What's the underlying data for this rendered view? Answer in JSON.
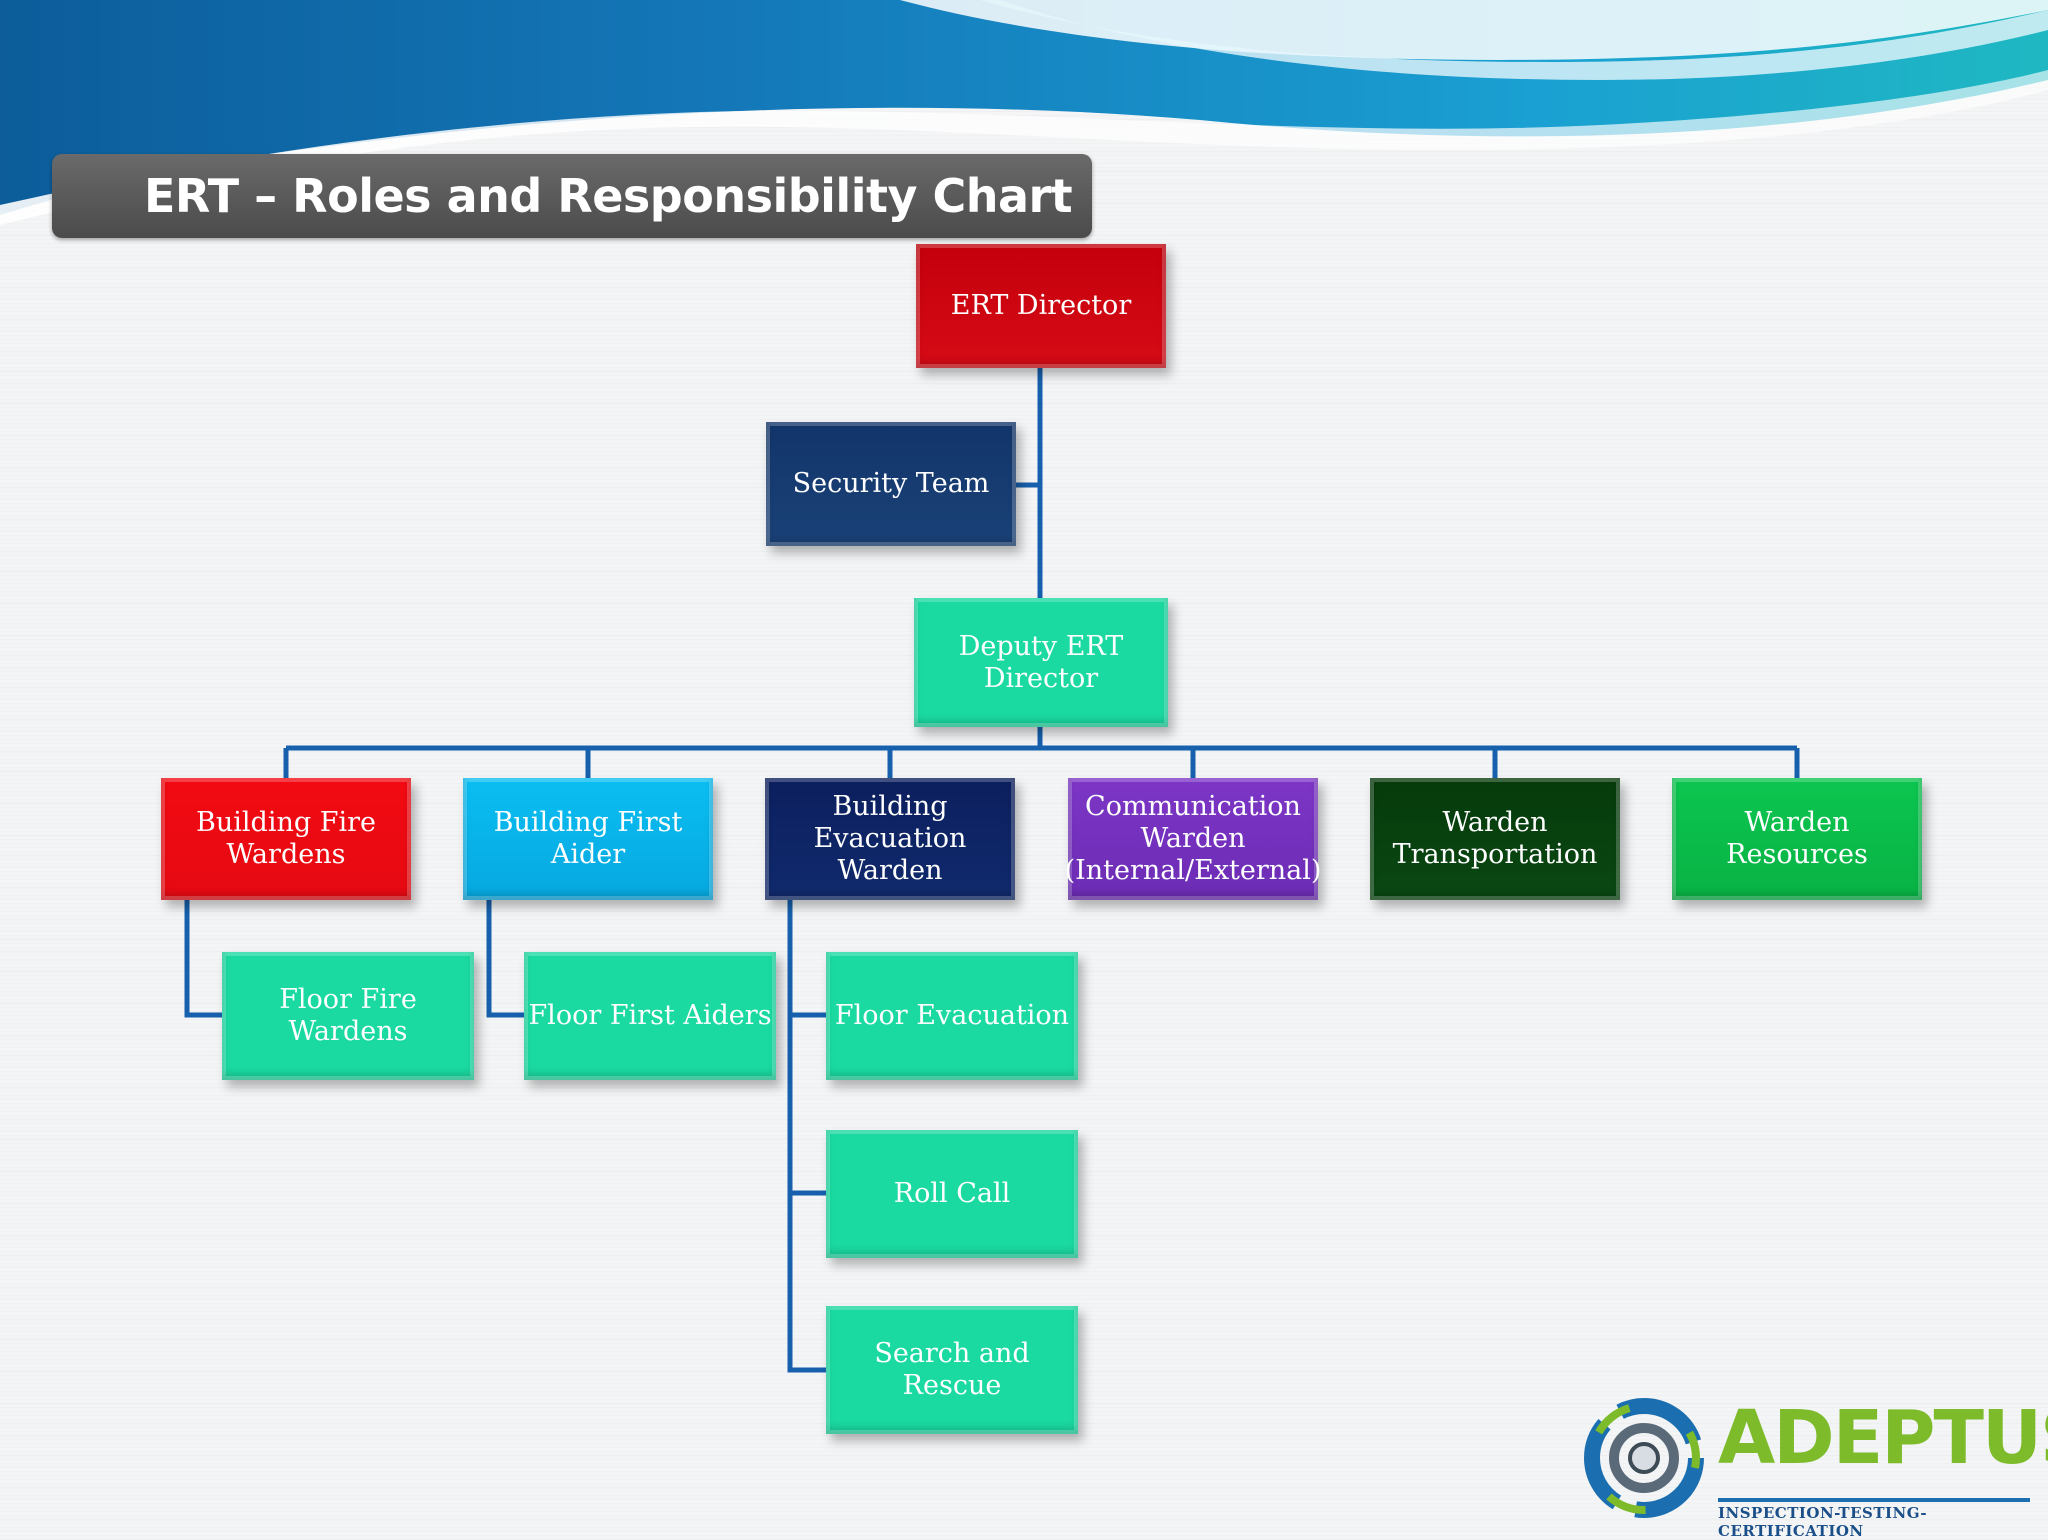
{
  "slide": {
    "title": "ERT – Roles and Responsibility Chart"
  },
  "colors": {
    "connector": "#1760ad",
    "red_dark": "#c8000f",
    "navy": "#16396b",
    "teal": "#1ad9a1",
    "red": "#f50f17",
    "cyan": "#0ab6ec",
    "dark_navy": "#0d2260",
    "purple": "#7b34c2",
    "dark_green": "#073e0c",
    "green": "#0cc24f"
  },
  "chart": {
    "nodes": [
      {
        "id": "ert-director",
        "label": "ERT Director"
      },
      {
        "id": "security-team",
        "label": "Security Team"
      },
      {
        "id": "deputy-ert-director",
        "label": "Deputy ERT\nDirector"
      },
      {
        "id": "building-fire-wardens",
        "label": "Building Fire\nWardens"
      },
      {
        "id": "building-first-aider",
        "label": "Building First Aider"
      },
      {
        "id": "building-evacuation-warden",
        "label": "Building\nEvacuation Warden"
      },
      {
        "id": "communication-warden",
        "label": "Communication\nWarden\n(Internal/External)"
      },
      {
        "id": "warden-transportation",
        "label": "Warden\nTransportation"
      },
      {
        "id": "warden-resources",
        "label": "Warden Resources"
      },
      {
        "id": "floor-fire-wardens",
        "label": "Floor Fire Wardens"
      },
      {
        "id": "floor-first-aiders",
        "label": "Floor First Aiders"
      },
      {
        "id": "floor-evacuation",
        "label": "Floor Evacuation"
      },
      {
        "id": "roll-call",
        "label": "Roll Call"
      },
      {
        "id": "search-and-rescue",
        "label": "Search and Rescue"
      }
    ]
  },
  "logo": {
    "word": "ADEPTUS",
    "tagline": "INSPECTION-TESTING-CERTIFICATION"
  }
}
